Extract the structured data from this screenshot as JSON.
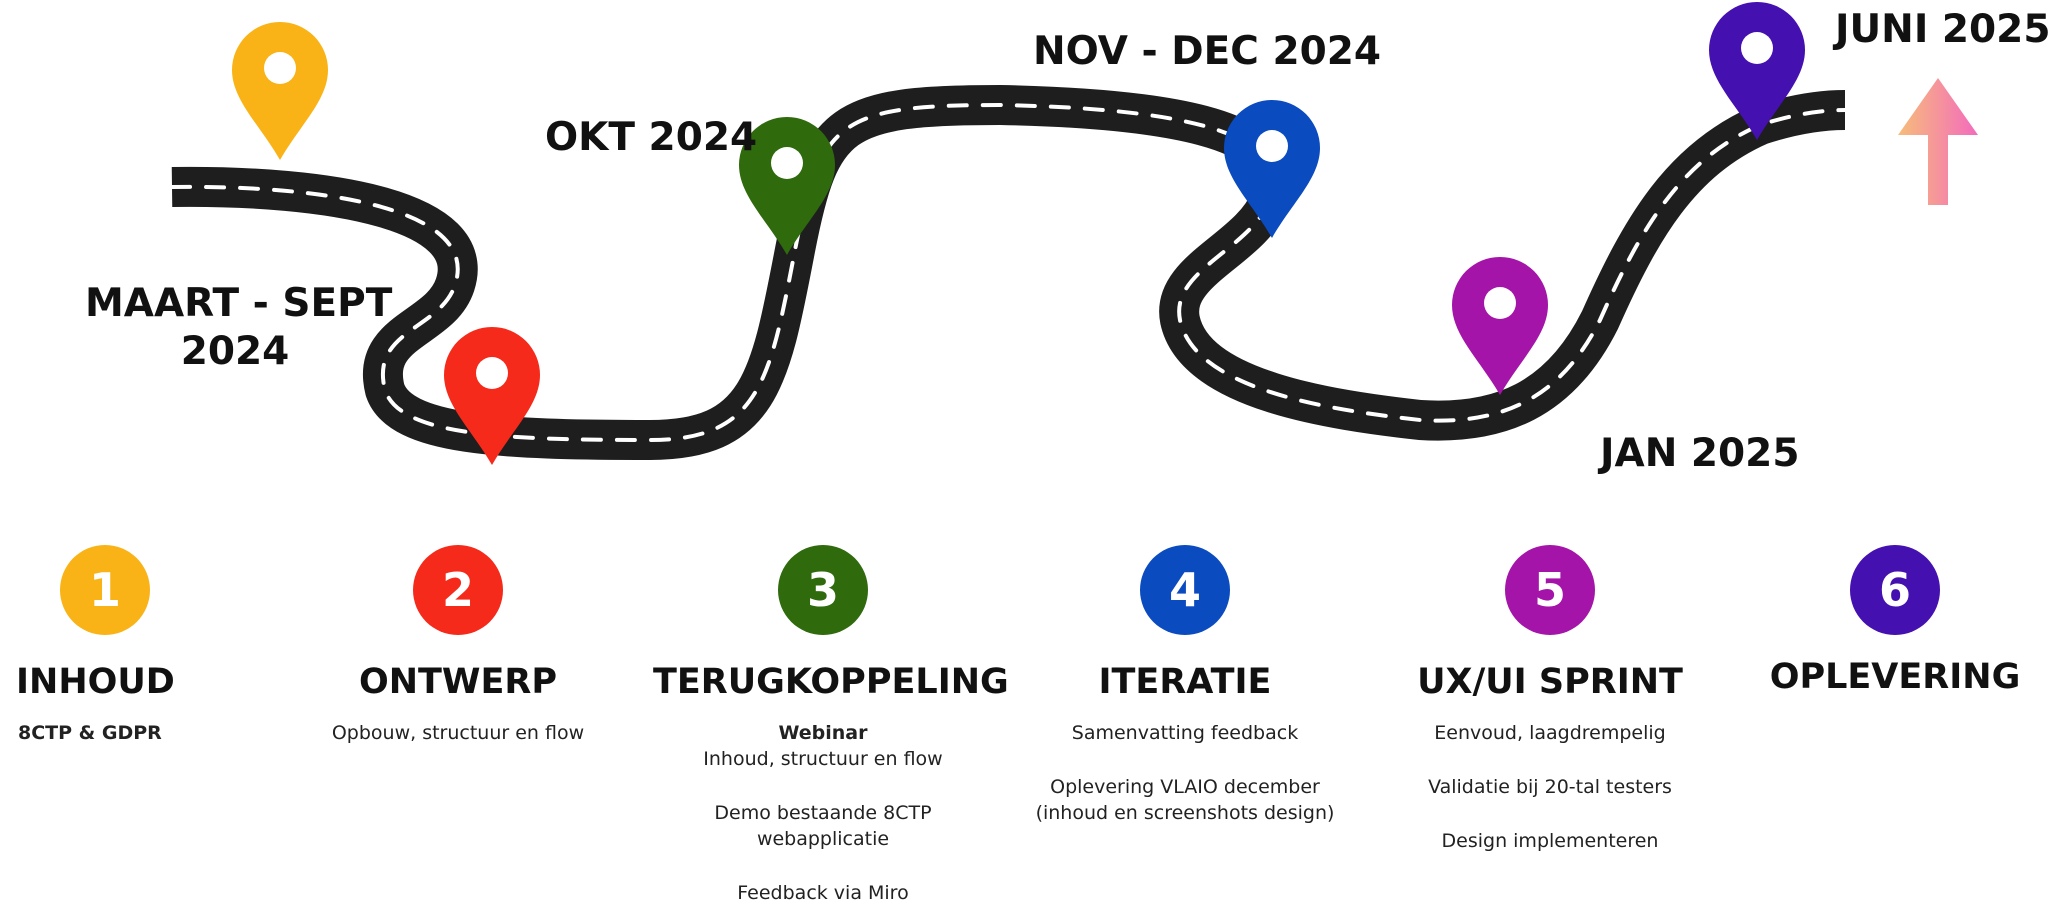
{
  "colors": {
    "road": "#1e1e1e",
    "road_marking": "#ffffff",
    "step1": "#f9b317",
    "step2": "#f52a1b",
    "step3": "#2f6a0d",
    "step4": "#0b4bc0",
    "step5": "#a414a8",
    "step6": "#4510b0",
    "arrow_gradient": [
      "#f7bd7a",
      "#f36bbd"
    ]
  },
  "dates": {
    "d1_line1": "MAART - SEPT",
    "d1_line2": "2024",
    "d3": "OKT 2024",
    "d4": "NOV - DEC 2024",
    "d5": "JAN 2025",
    "d6": "JUNI 2025"
  },
  "steps": [
    {
      "number": "1",
      "title": "INHOUD",
      "desc": [
        "8CTP & GDPR"
      ]
    },
    {
      "number": "2",
      "title": "ONTWERP",
      "desc": [
        "Opbouw, structuur en flow"
      ]
    },
    {
      "number": "3",
      "title": "TERUGKOPPELING",
      "desc_bold": "Webinar",
      "desc": [
        "Inhoud, structuur en flow",
        "Demo bestaande 8CTP",
        "webapplicatie",
        "Feedback via Miro"
      ]
    },
    {
      "number": "4",
      "title": "ITERATIE",
      "desc": [
        "Samenvatting feedback",
        "Oplevering VLAIO december",
        "(inhoud en screenshots design)"
      ]
    },
    {
      "number": "5",
      "title": "UX/UI SPRINT",
      "desc": [
        "Eenvoud, laagdrempelig",
        "Validatie bij 20-tal testers",
        "Design implementeren"
      ]
    },
    {
      "number": "6",
      "title": "OPLEVERING",
      "desc": []
    }
  ],
  "icons": [
    "map-pin-icon",
    "arrow-up-icon"
  ]
}
